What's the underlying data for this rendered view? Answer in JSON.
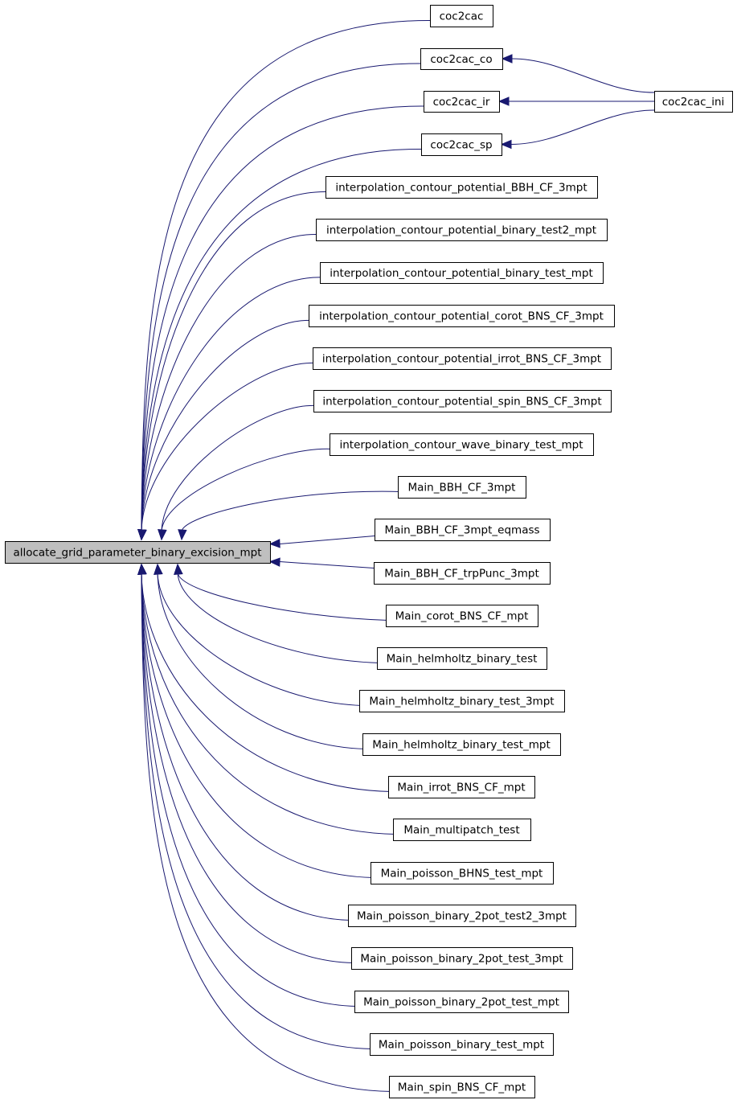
{
  "root": {
    "label": "allocate_grid_parameter_binary_excision_mpt"
  },
  "callers": [
    {
      "id": "coc2cac",
      "label": "coc2cac"
    },
    {
      "id": "coc2cac_co",
      "label": "coc2cac_co"
    },
    {
      "id": "coc2cac_ir",
      "label": "coc2cac_ir"
    },
    {
      "id": "coc2cac_sp",
      "label": "coc2cac_sp"
    },
    {
      "id": "interp_BBH_CF_3mpt",
      "label": "interpolation_contour_potential_BBH_CF_3mpt"
    },
    {
      "id": "interp_binary_test2_mpt",
      "label": "interpolation_contour_potential_binary_test2_mpt"
    },
    {
      "id": "interp_binary_test_mpt",
      "label": "interpolation_contour_potential_binary_test_mpt"
    },
    {
      "id": "interp_corot_BNS_CF_3mpt",
      "label": "interpolation_contour_potential_corot_BNS_CF_3mpt"
    },
    {
      "id": "interp_irrot_BNS_CF_3mpt",
      "label": "interpolation_contour_potential_irrot_BNS_CF_3mpt"
    },
    {
      "id": "interp_spin_BNS_CF_3mpt",
      "label": "interpolation_contour_potential_spin_BNS_CF_3mpt"
    },
    {
      "id": "interp_wave_binary_test_mpt",
      "label": "interpolation_contour_wave_binary_test_mpt"
    },
    {
      "id": "Main_BBH_CF_3mpt",
      "label": "Main_BBH_CF_3mpt"
    },
    {
      "id": "Main_BBH_CF_3mpt_eqmass",
      "label": "Main_BBH_CF_3mpt_eqmass"
    },
    {
      "id": "Main_BBH_CF_trpPunc_3mpt",
      "label": "Main_BBH_CF_trpPunc_3mpt"
    },
    {
      "id": "Main_corot_BNS_CF_mpt",
      "label": "Main_corot_BNS_CF_mpt"
    },
    {
      "id": "Main_helmholtz_binary_test",
      "label": "Main_helmholtz_binary_test"
    },
    {
      "id": "Main_helmholtz_binary_test_3mpt",
      "label": "Main_helmholtz_binary_test_3mpt"
    },
    {
      "id": "Main_helmholtz_binary_test_mpt",
      "label": "Main_helmholtz_binary_test_mpt"
    },
    {
      "id": "Main_irrot_BNS_CF_mpt",
      "label": "Main_irrot_BNS_CF_mpt"
    },
    {
      "id": "Main_multipatch_test",
      "label": "Main_multipatch_test"
    },
    {
      "id": "Main_poisson_BHNS_test_mpt",
      "label": "Main_poisson_BHNS_test_mpt"
    },
    {
      "id": "Main_poisson_binary_2pot_test2_3mpt",
      "label": "Main_poisson_binary_2pot_test2_3mpt"
    },
    {
      "id": "Main_poisson_binary_2pot_test_3mpt",
      "label": "Main_poisson_binary_2pot_test_3mpt"
    },
    {
      "id": "Main_poisson_binary_2pot_test_mpt",
      "label": "Main_poisson_binary_2pot_test_mpt"
    },
    {
      "id": "Main_poisson_binary_test_mpt",
      "label": "Main_poisson_binary_test_mpt"
    },
    {
      "id": "Main_spin_BNS_CF_mpt",
      "label": "Main_spin_BNS_CF_mpt"
    }
  ],
  "second_level": {
    "id": "coc2cac_ini",
    "label": "coc2cac_ini",
    "calls": [
      "coc2cac_co",
      "coc2cac_ir",
      "coc2cac_sp"
    ]
  },
  "colors": {
    "edge": "#191970",
    "root_fill": "#bfbfbf",
    "node_fill": "#ffffff",
    "border": "#000000"
  }
}
